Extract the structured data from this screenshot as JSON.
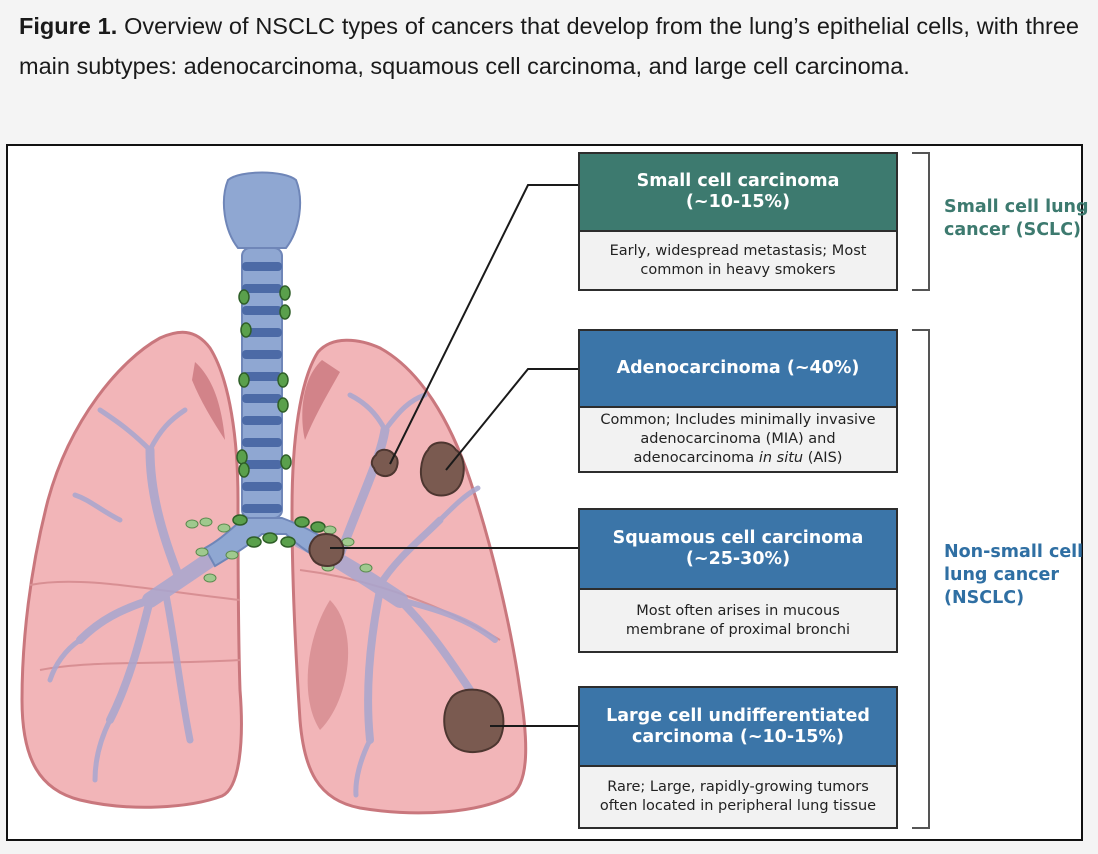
{
  "caption": {
    "figure_label": "Figure 1.",
    "text": " Overview of NSCLC types of cancers that develop from the lung’s epithelial cells, with three main subtypes: adenocarcinoma, squamous cell carcinoma, and large cell carcinoma."
  },
  "boxes": {
    "small_cell": {
      "title_line1": "Small cell carcinoma",
      "title_line2": "(~10-15%)",
      "desc_line1": "Early, widespread metastasis; Most",
      "desc_line2": "common in heavy smokers"
    },
    "adeno": {
      "title_line1": "Adenocarcinoma (~40%)",
      "desc_line1": "Common; Includes minimally invasive",
      "desc_line2": "adenocarcinoma (MIA) and",
      "desc_line3_pre": "adenocarcinoma ",
      "desc_line3_italic": "in situ",
      "desc_line3_post": " (AIS)"
    },
    "squamous": {
      "title_line1": "Squamous cell carcinoma",
      "title_line2": "(~25-30%)",
      "desc_line1": "Most often arises in mucous",
      "desc_line2": "membrane of proximal bronchi"
    },
    "large_cell": {
      "title_line1": "Large cell undifferentiated",
      "title_line2": "carcinoma (~10-15%)",
      "desc_line1": "Rare; Large, rapidly-growing tumors",
      "desc_line2": "often located in peripheral lung tissue"
    }
  },
  "groups": {
    "sclc_line1": "Small cell lung",
    "sclc_line2": "cancer (SCLC)",
    "nsclc_line1": "Non-small cell",
    "nsclc_line2": "lung cancer",
    "nsclc_line3": "(NSCLC)"
  },
  "colors": {
    "sclc_header": "#3d7a6f",
    "nsclc_header": "#3b75a8",
    "lung_fill": "#f2b5b8",
    "trachea": "#8fa7d2",
    "lymph_node": "#5aa04c",
    "tumor": "#7a5a50"
  }
}
